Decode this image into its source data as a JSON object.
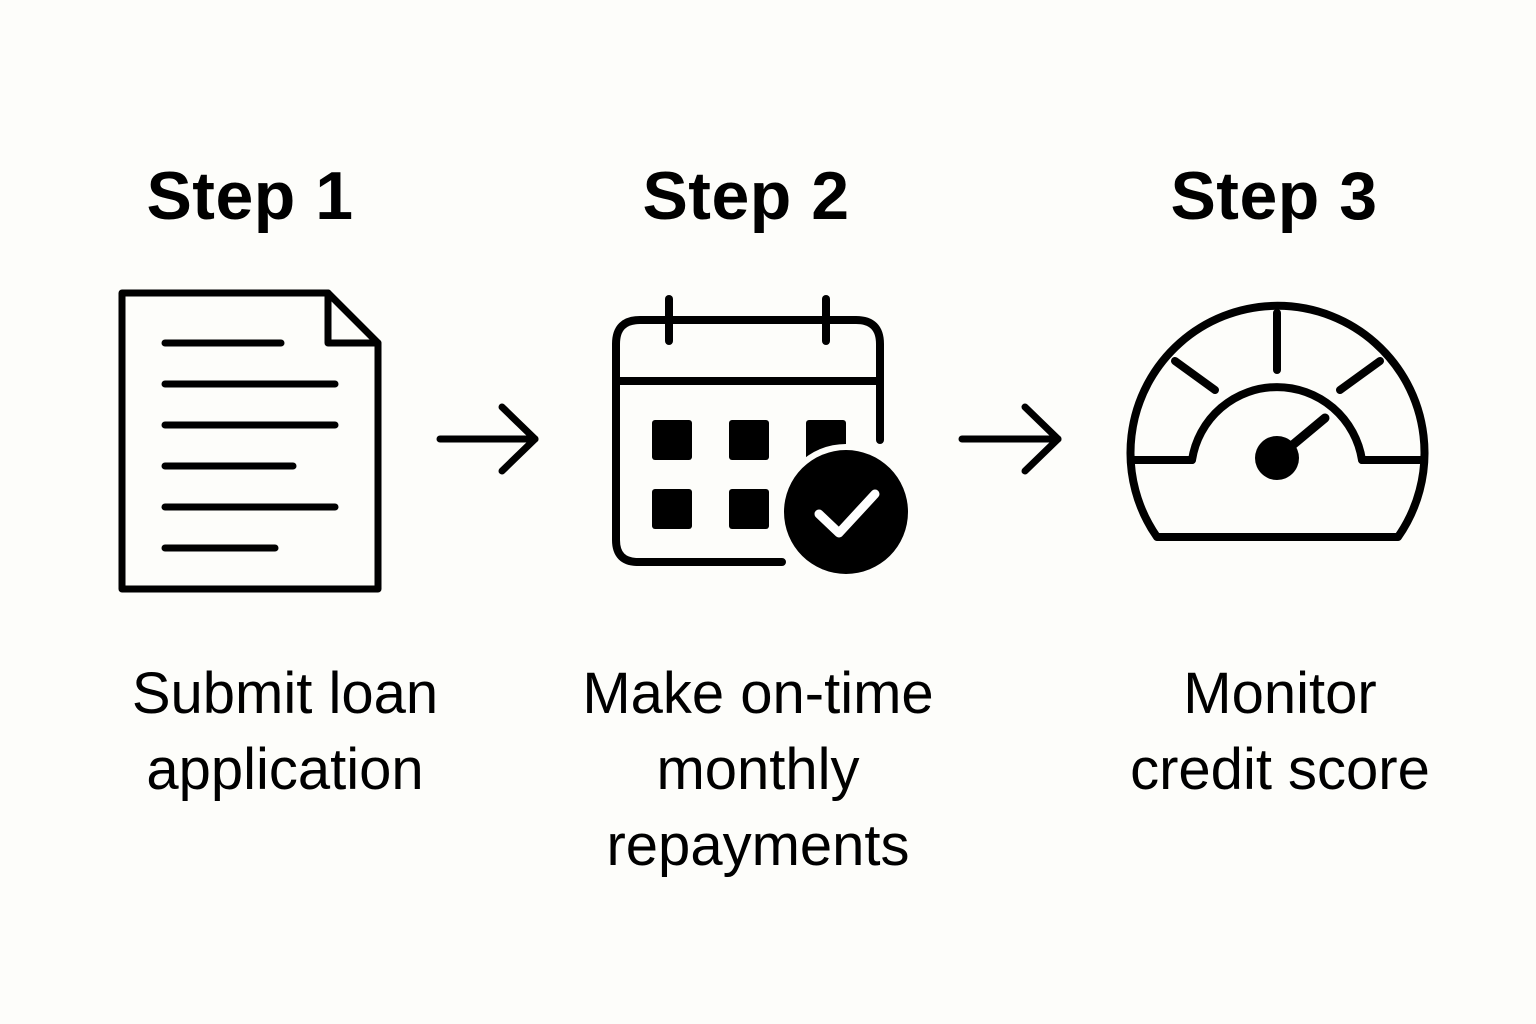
{
  "colors": {
    "background": "#fdfdfa",
    "ink": "#000000",
    "check": "#ffffff"
  },
  "steps": [
    {
      "title": "Step 1",
      "label_lines": [
        "Submit loan",
        "application"
      ],
      "icon": "document-icon"
    },
    {
      "title": "Step 2",
      "label_lines": [
        "Make on-time",
        "monthly",
        "repayments"
      ],
      "icon": "calendar-check-icon"
    },
    {
      "title": "Step 3",
      "label_lines": [
        "Monitor",
        "credit score"
      ],
      "icon": "gauge-icon"
    }
  ],
  "connectors": [
    {
      "icon": "arrow-right-icon"
    },
    {
      "icon": "arrow-right-icon"
    }
  ]
}
